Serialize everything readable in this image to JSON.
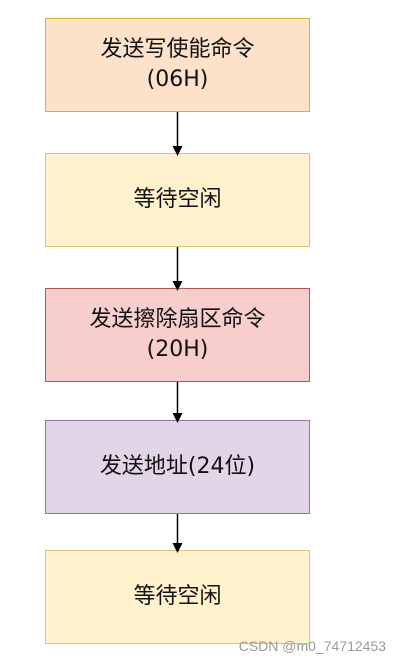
{
  "flowchart": {
    "steps": [
      {
        "line1": "发送写使能命令",
        "line2": "(06H)",
        "fill": "#fde1c8",
        "stroke": "#d8b429"
      },
      {
        "line1": "等待空闲",
        "line2": "",
        "fill": "#fff2cc",
        "stroke": "#d9c27a"
      },
      {
        "line1": "发送擦除扇区命令",
        "line2": "(20H)",
        "fill": "#f8cecc",
        "stroke": "#b85450"
      },
      {
        "line1": "发送地址(24位)",
        "line2": "",
        "fill": "#e1d5e7",
        "stroke": "#9673a6"
      },
      {
        "line1": "等待空闲",
        "line2": "",
        "fill": "#fff2cc",
        "stroke": "#d9c27a"
      }
    ],
    "arrow_color": "#000000"
  },
  "watermark": "CSDN @m0_74712453"
}
